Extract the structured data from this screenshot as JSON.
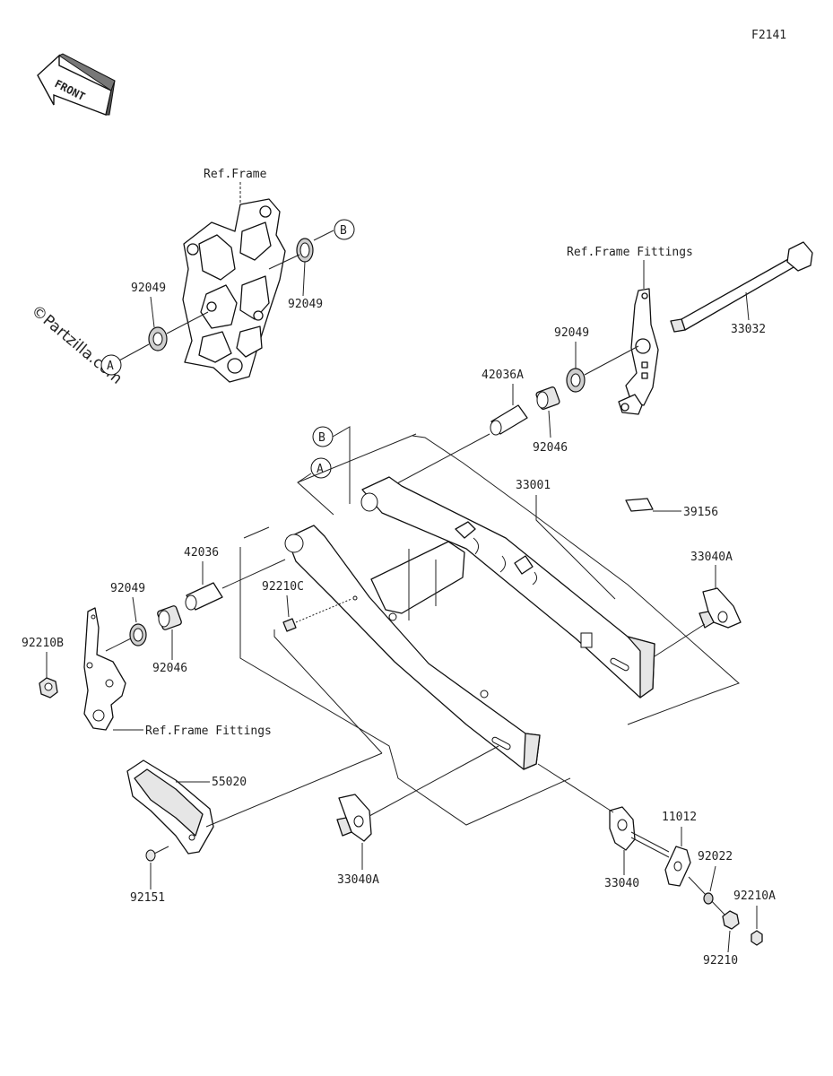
{
  "diagram_code": "F2141",
  "front_label": "FRONT",
  "watermark": "©Partzilla.com",
  "callouts": {
    "a": "A",
    "b": "B"
  },
  "labels": {
    "ref_frame": "Ref.Frame",
    "ref_frame_fittings_top": "Ref.Frame Fittings",
    "ref_frame_fittings_bottom": "Ref.Frame Fittings",
    "p92049_a": "92049",
    "p92049_b": "92049",
    "p92049_c": "92049",
    "p92049_d": "92049",
    "p33032": "33032",
    "p42036A": "42036A",
    "p92046_a": "92046",
    "p33001": "33001",
    "p39156": "39156",
    "p33040A_a": "33040A",
    "p42036": "42036",
    "p92210C": "92210C",
    "p92046_b": "92046",
    "p92210B": "92210B",
    "p55020": "55020",
    "p92151": "92151",
    "p33040A_b": "33040A",
    "p33040": "33040",
    "p11012": "11012",
    "p92022": "92022",
    "p92210A": "92210A",
    "p92210": "92210"
  }
}
